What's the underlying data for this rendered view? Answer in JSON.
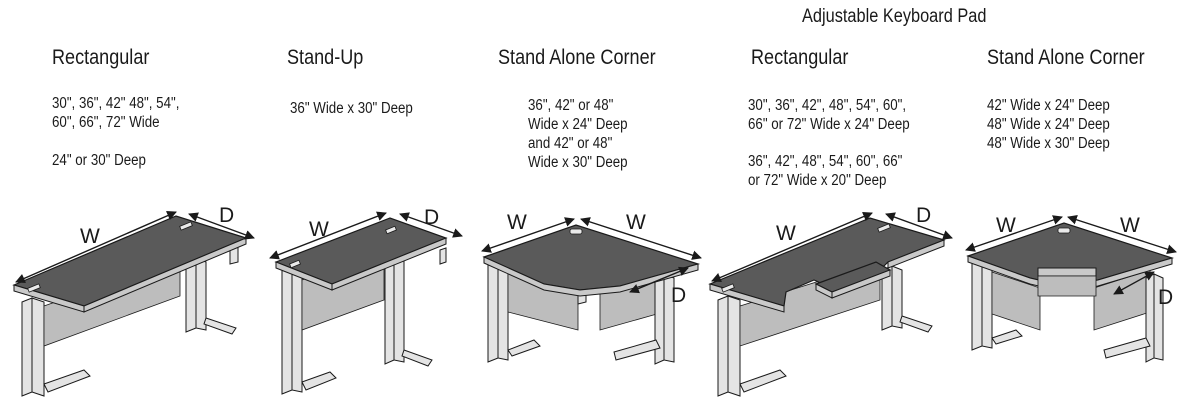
{
  "group_heading": "Adjustable Keyboard Pad",
  "columns": [
    {
      "title": "Rectangular",
      "specs": [
        "30\", 36\", 42\" 48\", 54\",\n60\", 66\", 72\" Wide",
        "24\" or 30\" Deep"
      ],
      "dims": [
        "W",
        "D"
      ]
    },
    {
      "title": "Stand-Up",
      "specs": [
        "36\" Wide x 30\" Deep"
      ],
      "dims": [
        "W",
        "D"
      ]
    },
    {
      "title": "Stand Alone Corner",
      "specs": [
        "36\", 42\" or 48\"\nWide x 24\" Deep\nand 42\" or 48\"\nWide x 30\" Deep"
      ],
      "dims": [
        "W",
        "W",
        "D"
      ]
    },
    {
      "title": "Rectangular",
      "specs": [
        "30\", 36\", 42\", 48\", 54\", 60\",\n66\" or 72\" Wide x 24\" Deep",
        "36\", 42\", 48\", 54\", 60\", 66\"\nor 72\" Wide x 20\" Deep"
      ],
      "dims": [
        "W",
        "D"
      ]
    },
    {
      "title": "Stand Alone Corner",
      "specs": [
        "42\" Wide x 24\" Deep\n48\" Wide x 24\" Deep\n48\" Wide x 30\" Deep"
      ],
      "dims": [
        "W",
        "W",
        "D"
      ]
    }
  ]
}
